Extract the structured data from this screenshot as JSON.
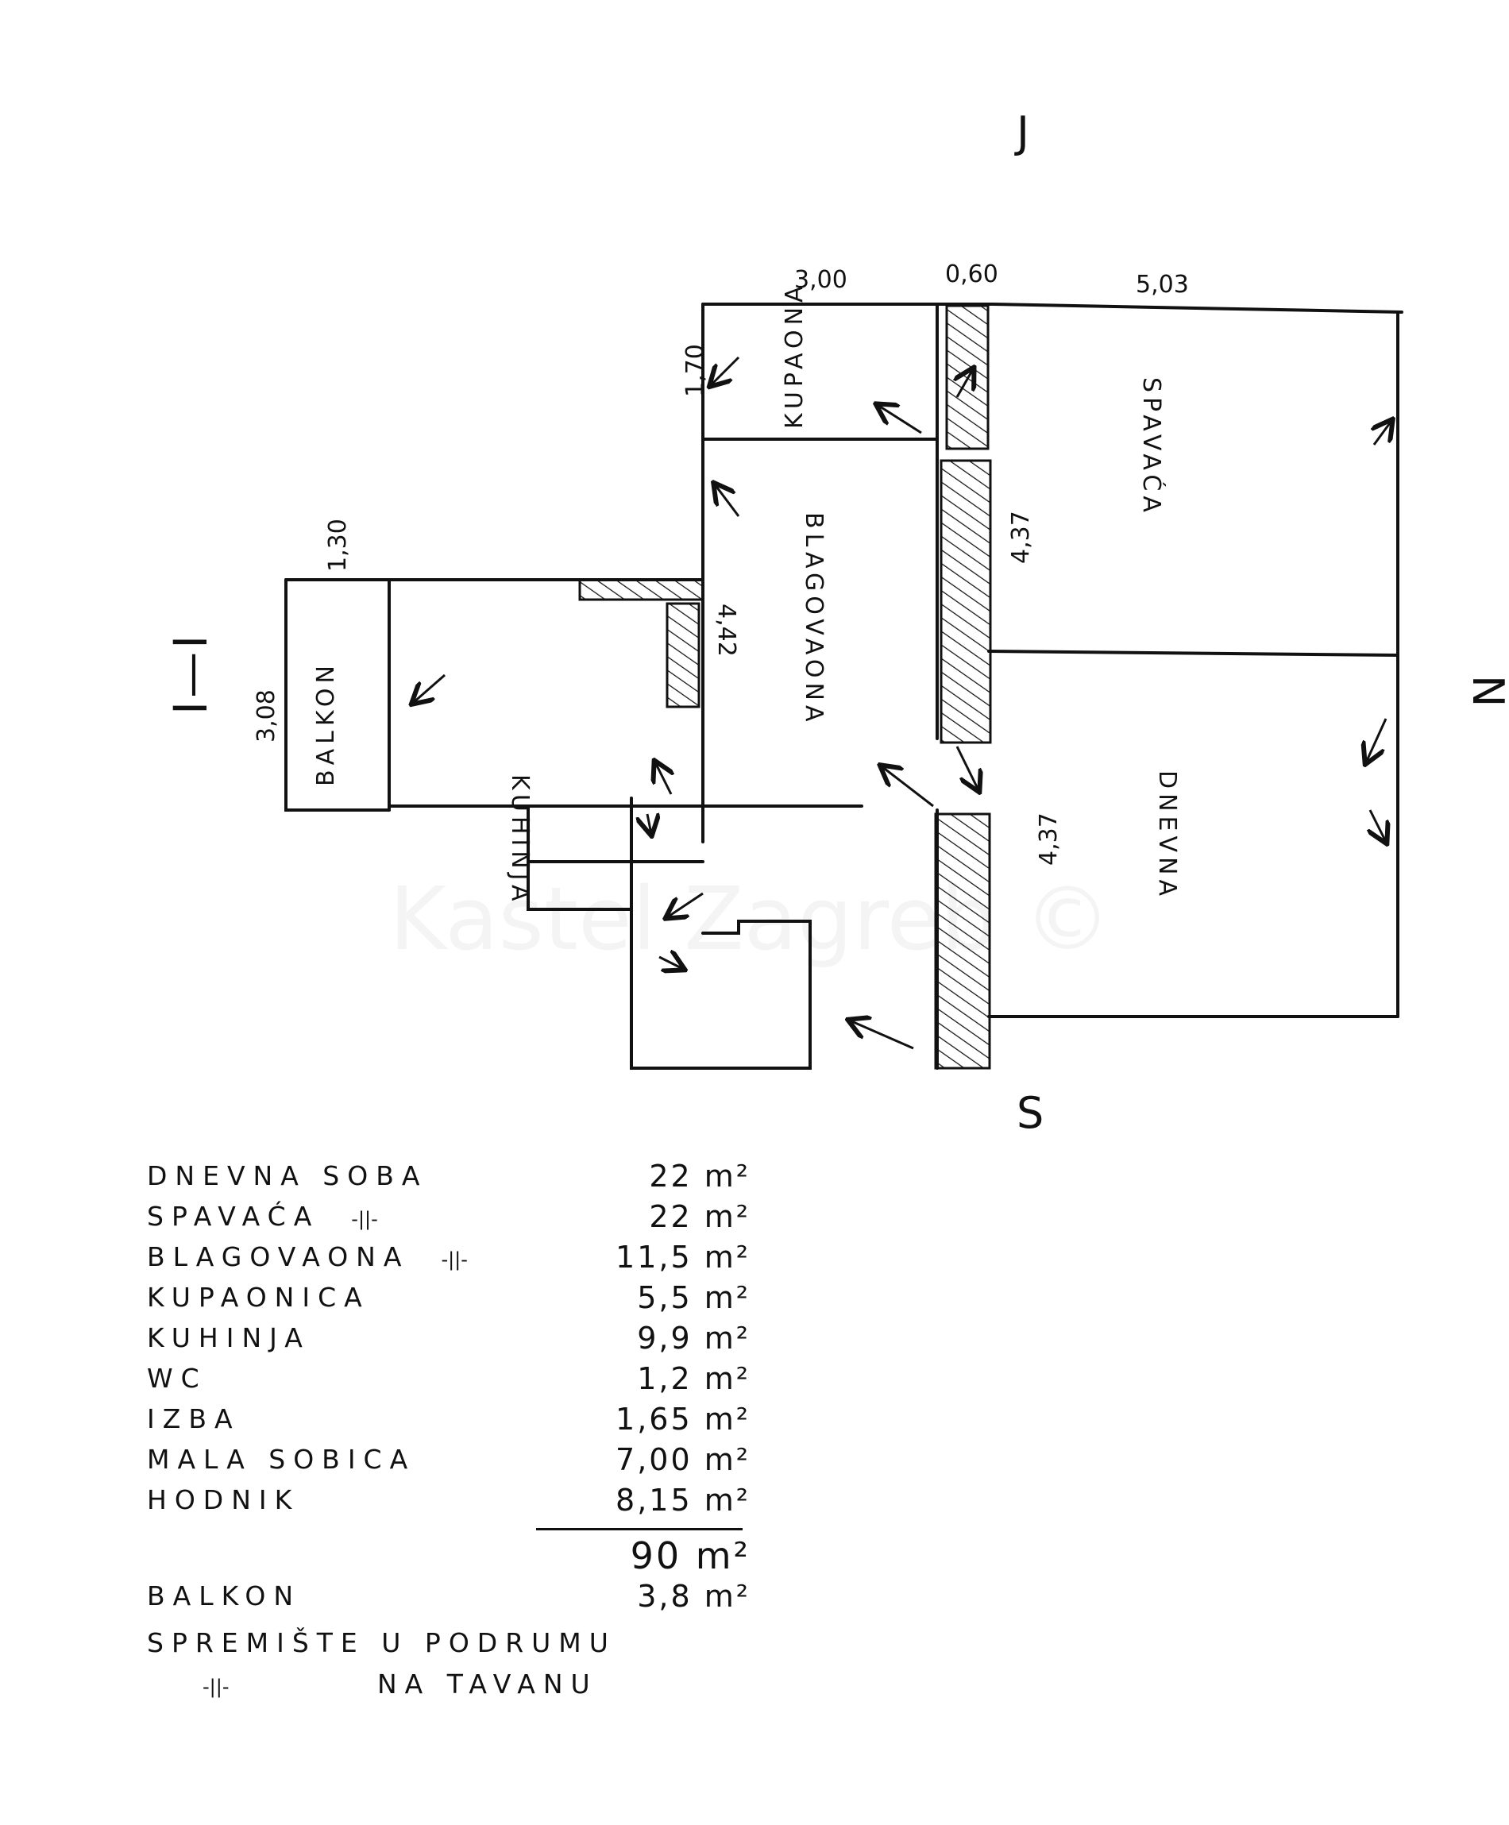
{
  "watermark": "Kastel Zagreb ©",
  "compass": {
    "north": "N",
    "south": "S",
    "east": "J"
  },
  "section_label": "I—I",
  "rooms": {
    "balkon": "BALKON",
    "kuhinja": "KUHINJA",
    "blagovaona": "BLAGOVAONA",
    "kupaona": "KUPAONA",
    "spavaca": "SPAVAĆA",
    "dnevna": "DNEVNA"
  },
  "dimensions": {
    "top_left": "3,00",
    "top_mid": "0,60",
    "top_right": "5,03",
    "kupaona_height": "1,70",
    "balkon_width": "1,30",
    "balkon_length": "3,08",
    "blagovaona_length": "4,42",
    "spavaca_length": "4,37",
    "dnevna_length": "4,37"
  },
  "area_table": {
    "rows": [
      {
        "room": "DNEVNA SOBA",
        "ditto": "",
        "area": "22 m²"
      },
      {
        "room": "SPAVAĆA",
        "ditto": "-||-",
        "area": "22 m²"
      },
      {
        "room": "BLAGOVAONA",
        "ditto": "-||-",
        "area": "11,5 m²"
      },
      {
        "room": "KUPAONICA",
        "ditto": "",
        "area": "5,5 m²"
      },
      {
        "room": "KUHINJA",
        "ditto": "",
        "area": "9,9 m²"
      },
      {
        "room": "WC",
        "ditto": "",
        "area": "1,2 m²"
      },
      {
        "room": "IZBA",
        "ditto": "",
        "area": "1,65 m²"
      },
      {
        "room": "MALA SOBICA",
        "ditto": "",
        "area": "7,00 m²"
      },
      {
        "room": "HODNIK",
        "ditto": "",
        "area": "8,15 m²"
      }
    ],
    "total": "90 m²",
    "balcony_label": "BALKON",
    "balcony_area": "3,8 m²",
    "storage_line1": "SPREMIŠTE U PODRUMU",
    "storage_ditto": "-||-",
    "storage_line2": "NA TAVANU"
  }
}
